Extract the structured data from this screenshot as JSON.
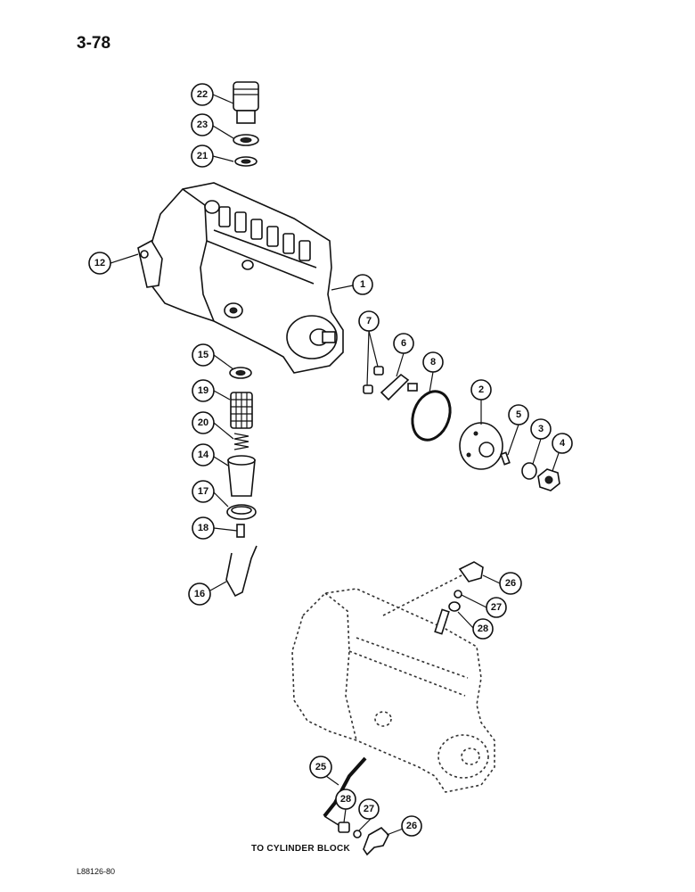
{
  "page_number": "3-78",
  "figure_code": "L88126-80",
  "caption": "TO CYLINDER BLOCK",
  "callouts": {
    "c1": "1",
    "c2": "2",
    "c3": "3",
    "c4": "4",
    "c5": "5",
    "c6": "6",
    "c7": "7",
    "c8": "8",
    "c12": "12",
    "c14": "14",
    "c15": "15",
    "c16": "16",
    "c17": "17",
    "c18": "18",
    "c19": "19",
    "c20": "20",
    "c21": "21",
    "c22": "22",
    "c23": "23",
    "c25": "25",
    "c26a": "26",
    "c27a": "27",
    "c28a": "28",
    "c26b": "26",
    "c27b": "27",
    "c28b": "28"
  }
}
